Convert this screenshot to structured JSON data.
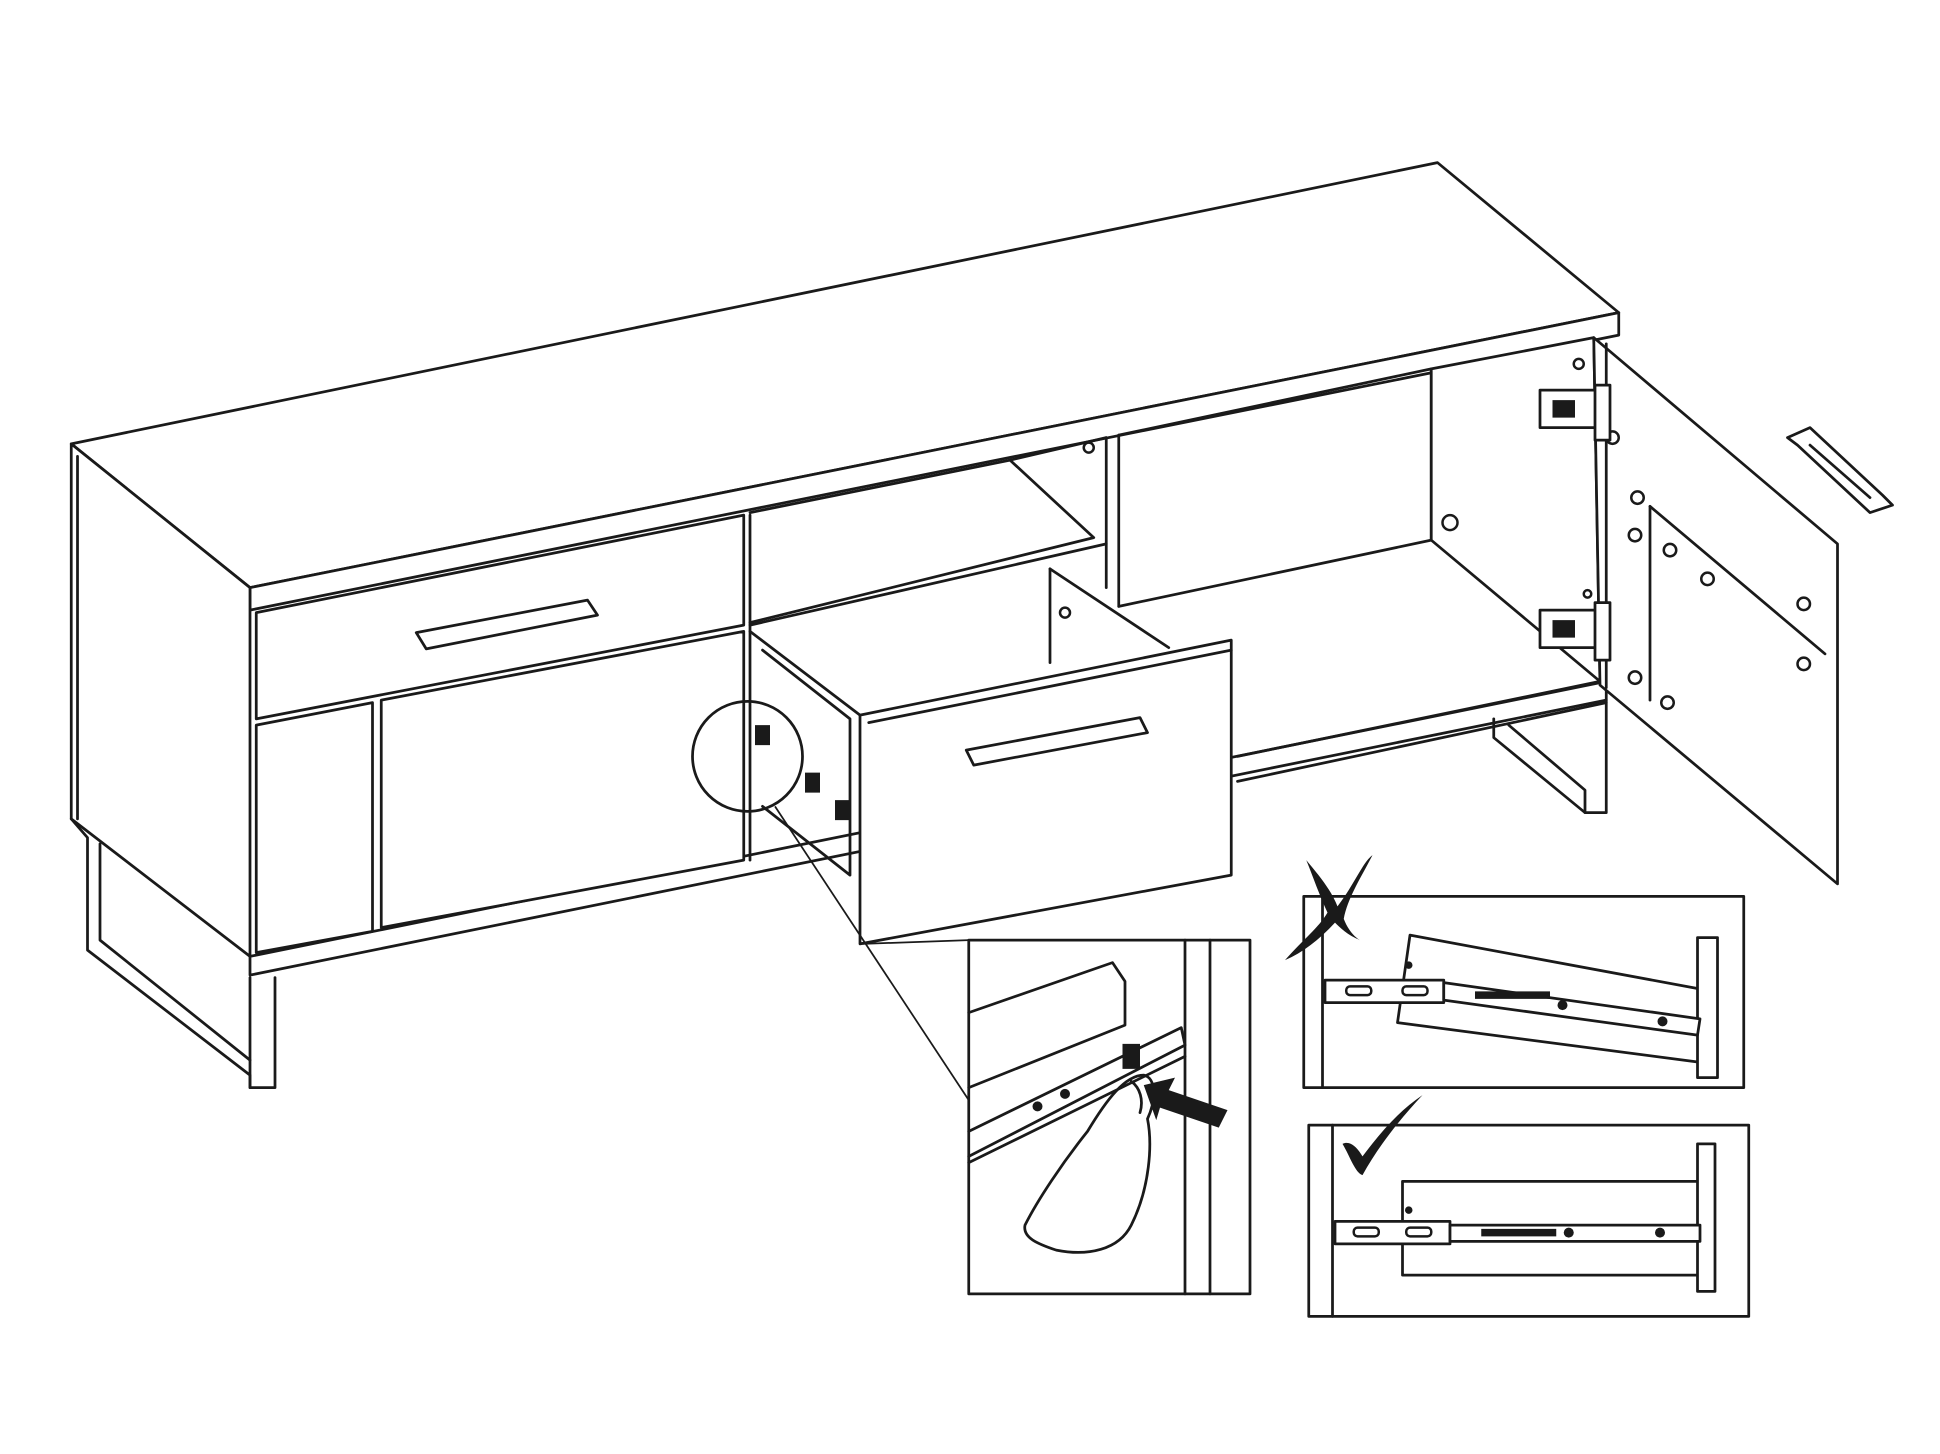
{
  "diagram": {
    "subject": "tv-cabinet-drawer-assembly",
    "line_color": "#1a1a1a",
    "background_color": "#ffffff",
    "icons": {
      "wrong": "cross-mark-icon",
      "correct": "check-mark-icon",
      "push": "arrow-icon"
    },
    "insets": [
      "drawer-release-detail",
      "incorrect-slide-alignment",
      "correct-slide-alignment"
    ]
  }
}
